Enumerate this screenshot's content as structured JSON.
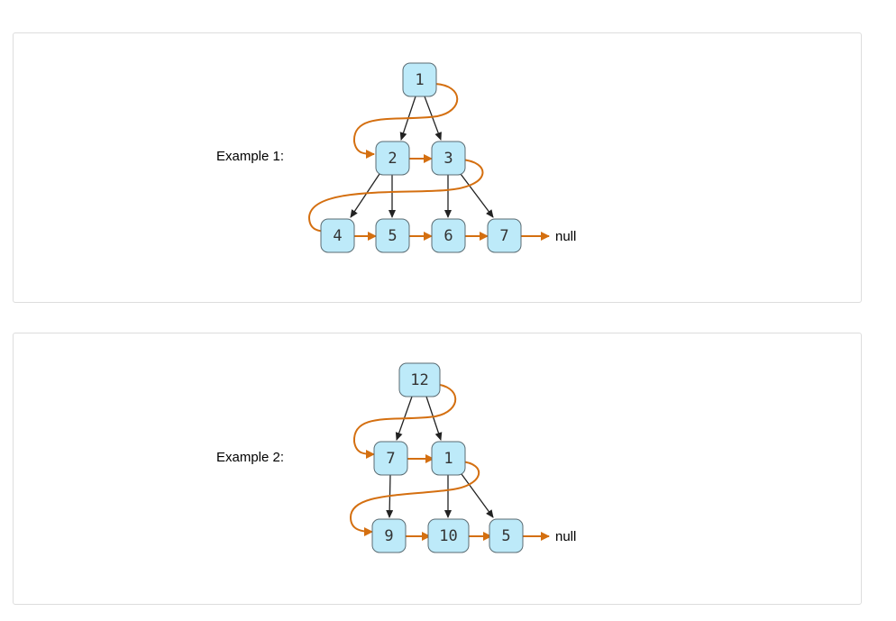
{
  "examples": [
    {
      "label": "Example 1:",
      "nodes": [
        {
          "id": "a",
          "value": "1"
        },
        {
          "id": "b",
          "value": "2"
        },
        {
          "id": "c",
          "value": "3"
        },
        {
          "id": "d",
          "value": "4"
        },
        {
          "id": "e",
          "value": "5"
        },
        {
          "id": "f",
          "value": "6"
        },
        {
          "id": "g",
          "value": "7"
        }
      ],
      "tree_edges": [
        [
          "a",
          "b"
        ],
        [
          "a",
          "c"
        ],
        [
          "b",
          "d"
        ],
        [
          "b",
          "e"
        ],
        [
          "c",
          "f"
        ],
        [
          "c",
          "g"
        ]
      ],
      "next_pointers": [
        [
          "a",
          "b"
        ],
        [
          "b",
          "c"
        ],
        [
          "c",
          "d"
        ],
        [
          "d",
          "e"
        ],
        [
          "e",
          "f"
        ],
        [
          "f",
          "g"
        ],
        [
          "g",
          "null"
        ]
      ],
      "null_label": "null"
    },
    {
      "label": "Example 2:",
      "nodes": [
        {
          "id": "a",
          "value": "12"
        },
        {
          "id": "b",
          "value": "7"
        },
        {
          "id": "c",
          "value": "1"
        },
        {
          "id": "d",
          "value": "9"
        },
        {
          "id": "e",
          "value": "10"
        },
        {
          "id": "f",
          "value": "5"
        }
      ],
      "tree_edges": [
        [
          "a",
          "b"
        ],
        [
          "a",
          "c"
        ],
        [
          "b",
          "d"
        ],
        [
          "c",
          "e"
        ],
        [
          "c",
          "f"
        ]
      ],
      "next_pointers": [
        [
          "a",
          "b"
        ],
        [
          "b",
          "c"
        ],
        [
          "c",
          "d"
        ],
        [
          "d",
          "e"
        ],
        [
          "e",
          "f"
        ],
        [
          "f",
          "null"
        ]
      ],
      "null_label": "null"
    }
  ],
  "colors": {
    "node_fill": "#bdeaf9",
    "node_border": "#5a6b72",
    "tree_edge": "#222222",
    "next_pointer": "#d46f10"
  }
}
